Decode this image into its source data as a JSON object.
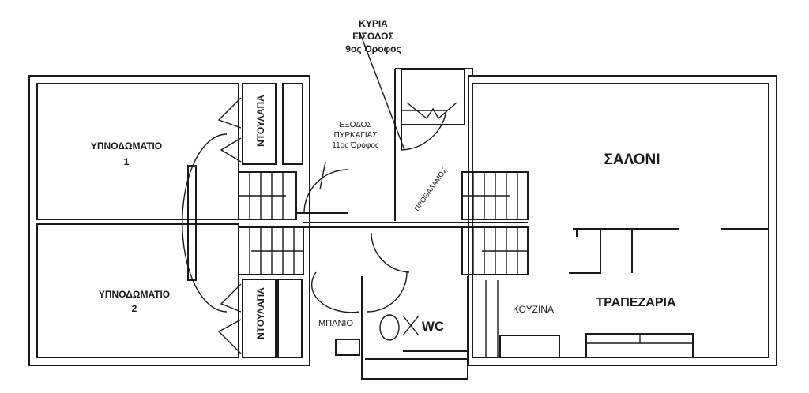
{
  "rooms": {
    "bedroom1": {
      "name": "ΥΠΝΟΔΩΜΑΤΙΟ",
      "number": "1"
    },
    "bedroom2": {
      "name": "ΥΠΝΟΔΩΜΑΤΙΟ",
      "number": "2"
    },
    "closet1": "ΝΤΟΥΛΑΠΑ",
    "closet2": "ΝΤΟΥΛΑΠΑ",
    "fire_exit": [
      "ΕΞΟΔΟΣ",
      "ΠΥΡΚΑΓΙΑΣ",
      "11ος Όροφος"
    ],
    "main_entrance": [
      "ΚΥΡΙΑ",
      "ΕΙΣΟΔΟΣ",
      "9ος Όροφος"
    ],
    "foyer": "ΠΡΟΘΑΛΑΜΟΣ",
    "living_room": "ΣΑΛΟΝΙ",
    "dining_room": "ΤΡΑΠΕΖΑΡΙΑ",
    "kitchen": "ΚΟΥΖΙΝΑ",
    "bathroom": "ΜΠΑΝΙΟ",
    "wc": "WC"
  }
}
